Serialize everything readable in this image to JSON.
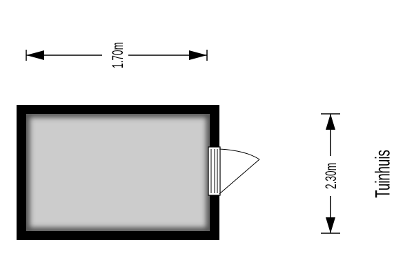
{
  "colors": {
    "wall": "#000000",
    "floor": "#cccccc",
    "background": "#ffffff",
    "door_frame": "#ffffff",
    "shadow": "#666666"
  },
  "dimensions": {
    "width_label": "1.70m",
    "depth_label": "2.30m"
  },
  "room": {
    "name": "Tuinhuis"
  }
}
